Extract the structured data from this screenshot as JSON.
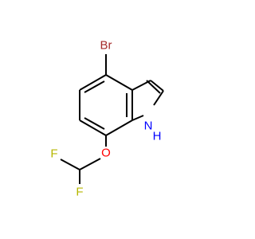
{
  "molecule": {
    "atoms": {
      "br": {
        "label": "Br",
        "color": "#a52a2a"
      },
      "nh": {
        "label": "H",
        "color": "#0000ff"
      },
      "n": {
        "label": "N",
        "color": "#0000ff"
      },
      "o": {
        "label": "O",
        "color": "#ff0000"
      },
      "f1": {
        "label": "F",
        "color": "#b5b600"
      },
      "f2": {
        "label": "F",
        "color": "#b5b600"
      }
    }
  }
}
